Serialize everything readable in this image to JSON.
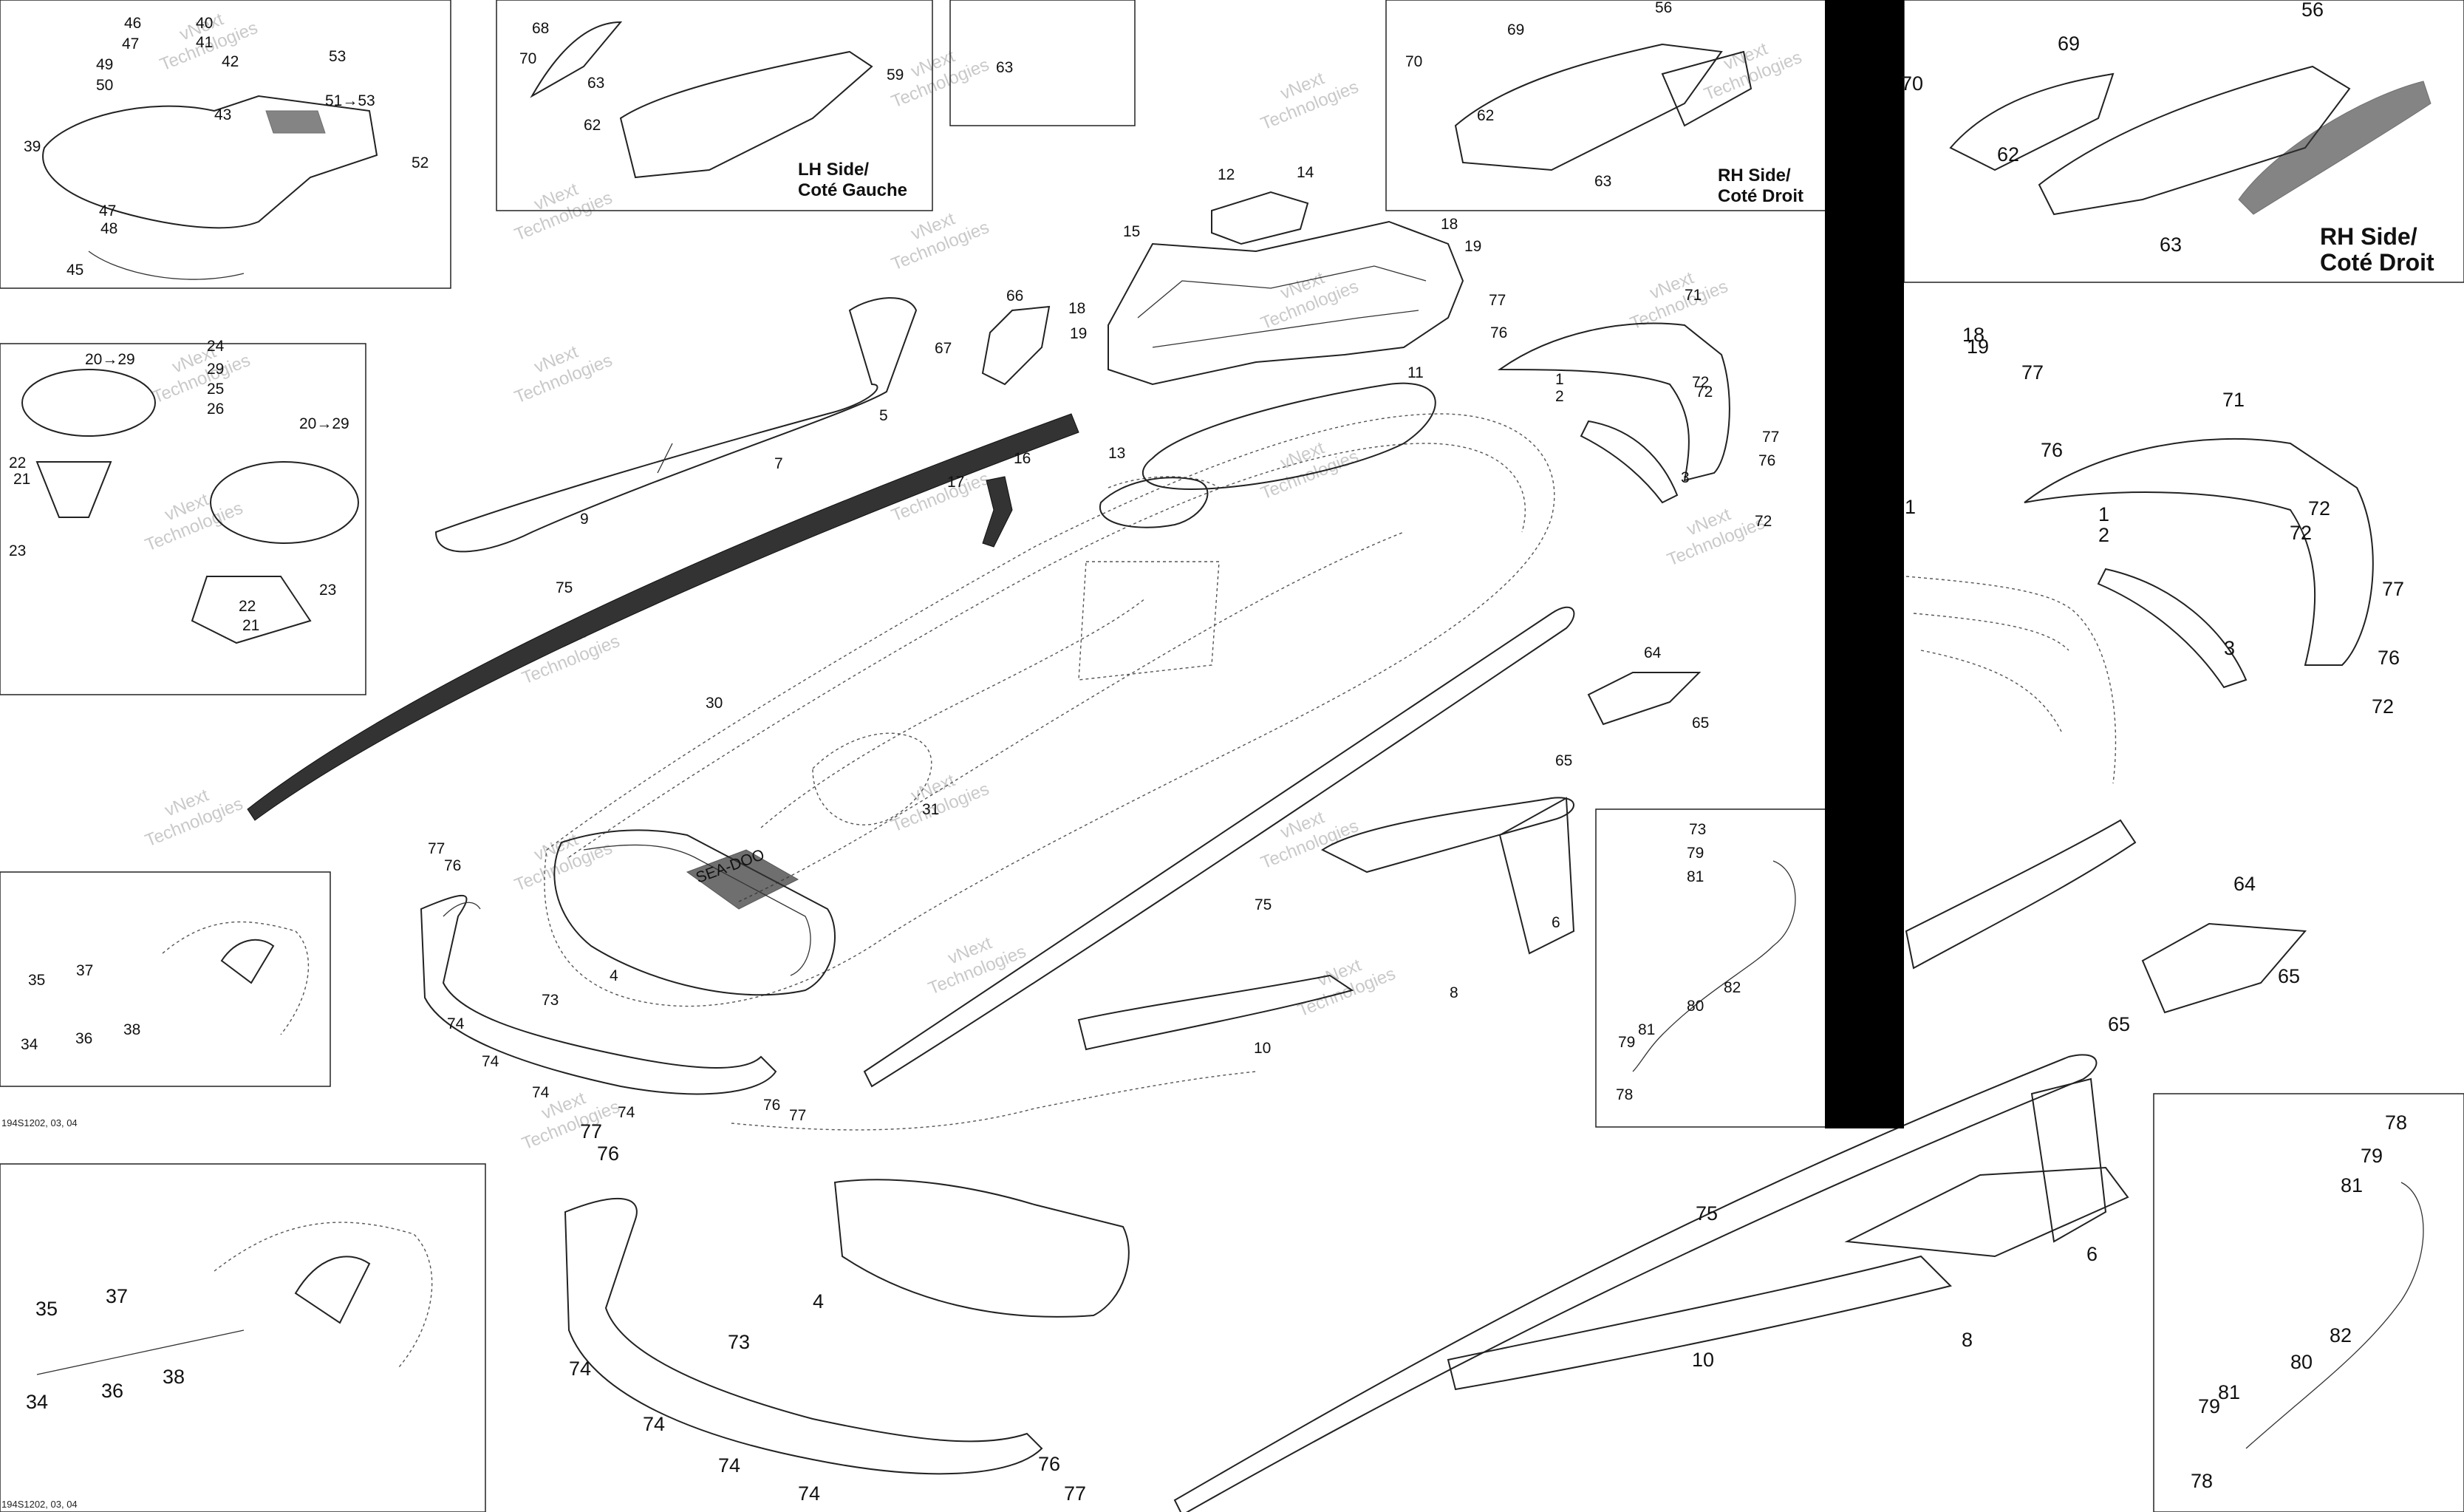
{
  "captions": {
    "lh_side": [
      "LH Side/",
      "Coté Gauche"
    ],
    "rh_side": [
      "RH Side/",
      "Coté Droit"
    ],
    "rh_side_zoom": [
      "RH Side/",
      "Coté Droit"
    ]
  },
  "diagram_codes": {
    "code_a": "194S1202, 03, 04",
    "code_b": "194S1202, 03, 04"
  },
  "watermark": [
    "vNext",
    "Technologies"
  ],
  "colors": {
    "line": "#222222",
    "background": "#ffffff",
    "watermark": "#c9c9c9",
    "black_bar": "#000000"
  },
  "labels": {
    "a": [
      "46",
      "47",
      "40",
      "41",
      "49",
      "42",
      "50",
      "53",
      "39",
      "43",
      "51→53",
      "52",
      "47",
      "48",
      "45"
    ],
    "b": [
      "68",
      "70",
      "63",
      "62",
      "59"
    ],
    "c": [
      "63"
    ],
    "d": [
      "56",
      "69",
      "70",
      "62",
      "63"
    ],
    "e": [
      "20→29",
      "24",
      "29",
      "25",
      "26",
      "20→29",
      "22",
      "21",
      "23",
      "22",
      "21",
      "23"
    ],
    "f": [
      "12",
      "14",
      "15",
      "18",
      "19",
      "66",
      "18",
      "19",
      "67",
      "5",
      "7",
      "9",
      "11",
      "13",
      "17",
      "16",
      "75",
      "30",
      "31",
      "4",
      "77",
      "76",
      "73",
      "74",
      "74",
      "74",
      "74",
      "76",
      "77"
    ],
    "g": [
      "71",
      "77",
      "76",
      "1",
      "2",
      "72",
      "72",
      "77",
      "76",
      "72",
      "3",
      "64",
      "65",
      "65",
      "75",
      "6",
      "8",
      "10"
    ],
    "h": [
      "35",
      "37",
      "34",
      "36",
      "38"
    ],
    "i": [
      "73",
      "79",
      "81",
      "82",
      "80",
      "81",
      "79",
      "78"
    ],
    "j": [
      "77",
      "76",
      "73",
      "74",
      "74",
      "74",
      "74",
      "76",
      "77",
      "4",
      "75",
      "6",
      "8",
      "10"
    ],
    "k": [
      "35",
      "37",
      "34",
      "36",
      "38"
    ],
    "l": [
      "69",
      "56",
      "70",
      "62",
      "63",
      "18",
      "19",
      "77",
      "71",
      "76",
      "1",
      "72",
      "2",
      "72",
      "77",
      "3",
      "76",
      "72",
      "64",
      "65",
      "65",
      "1"
    ],
    "m": [
      "78",
      "79",
      "81",
      "82",
      "80",
      "81",
      "79",
      "78"
    ]
  }
}
